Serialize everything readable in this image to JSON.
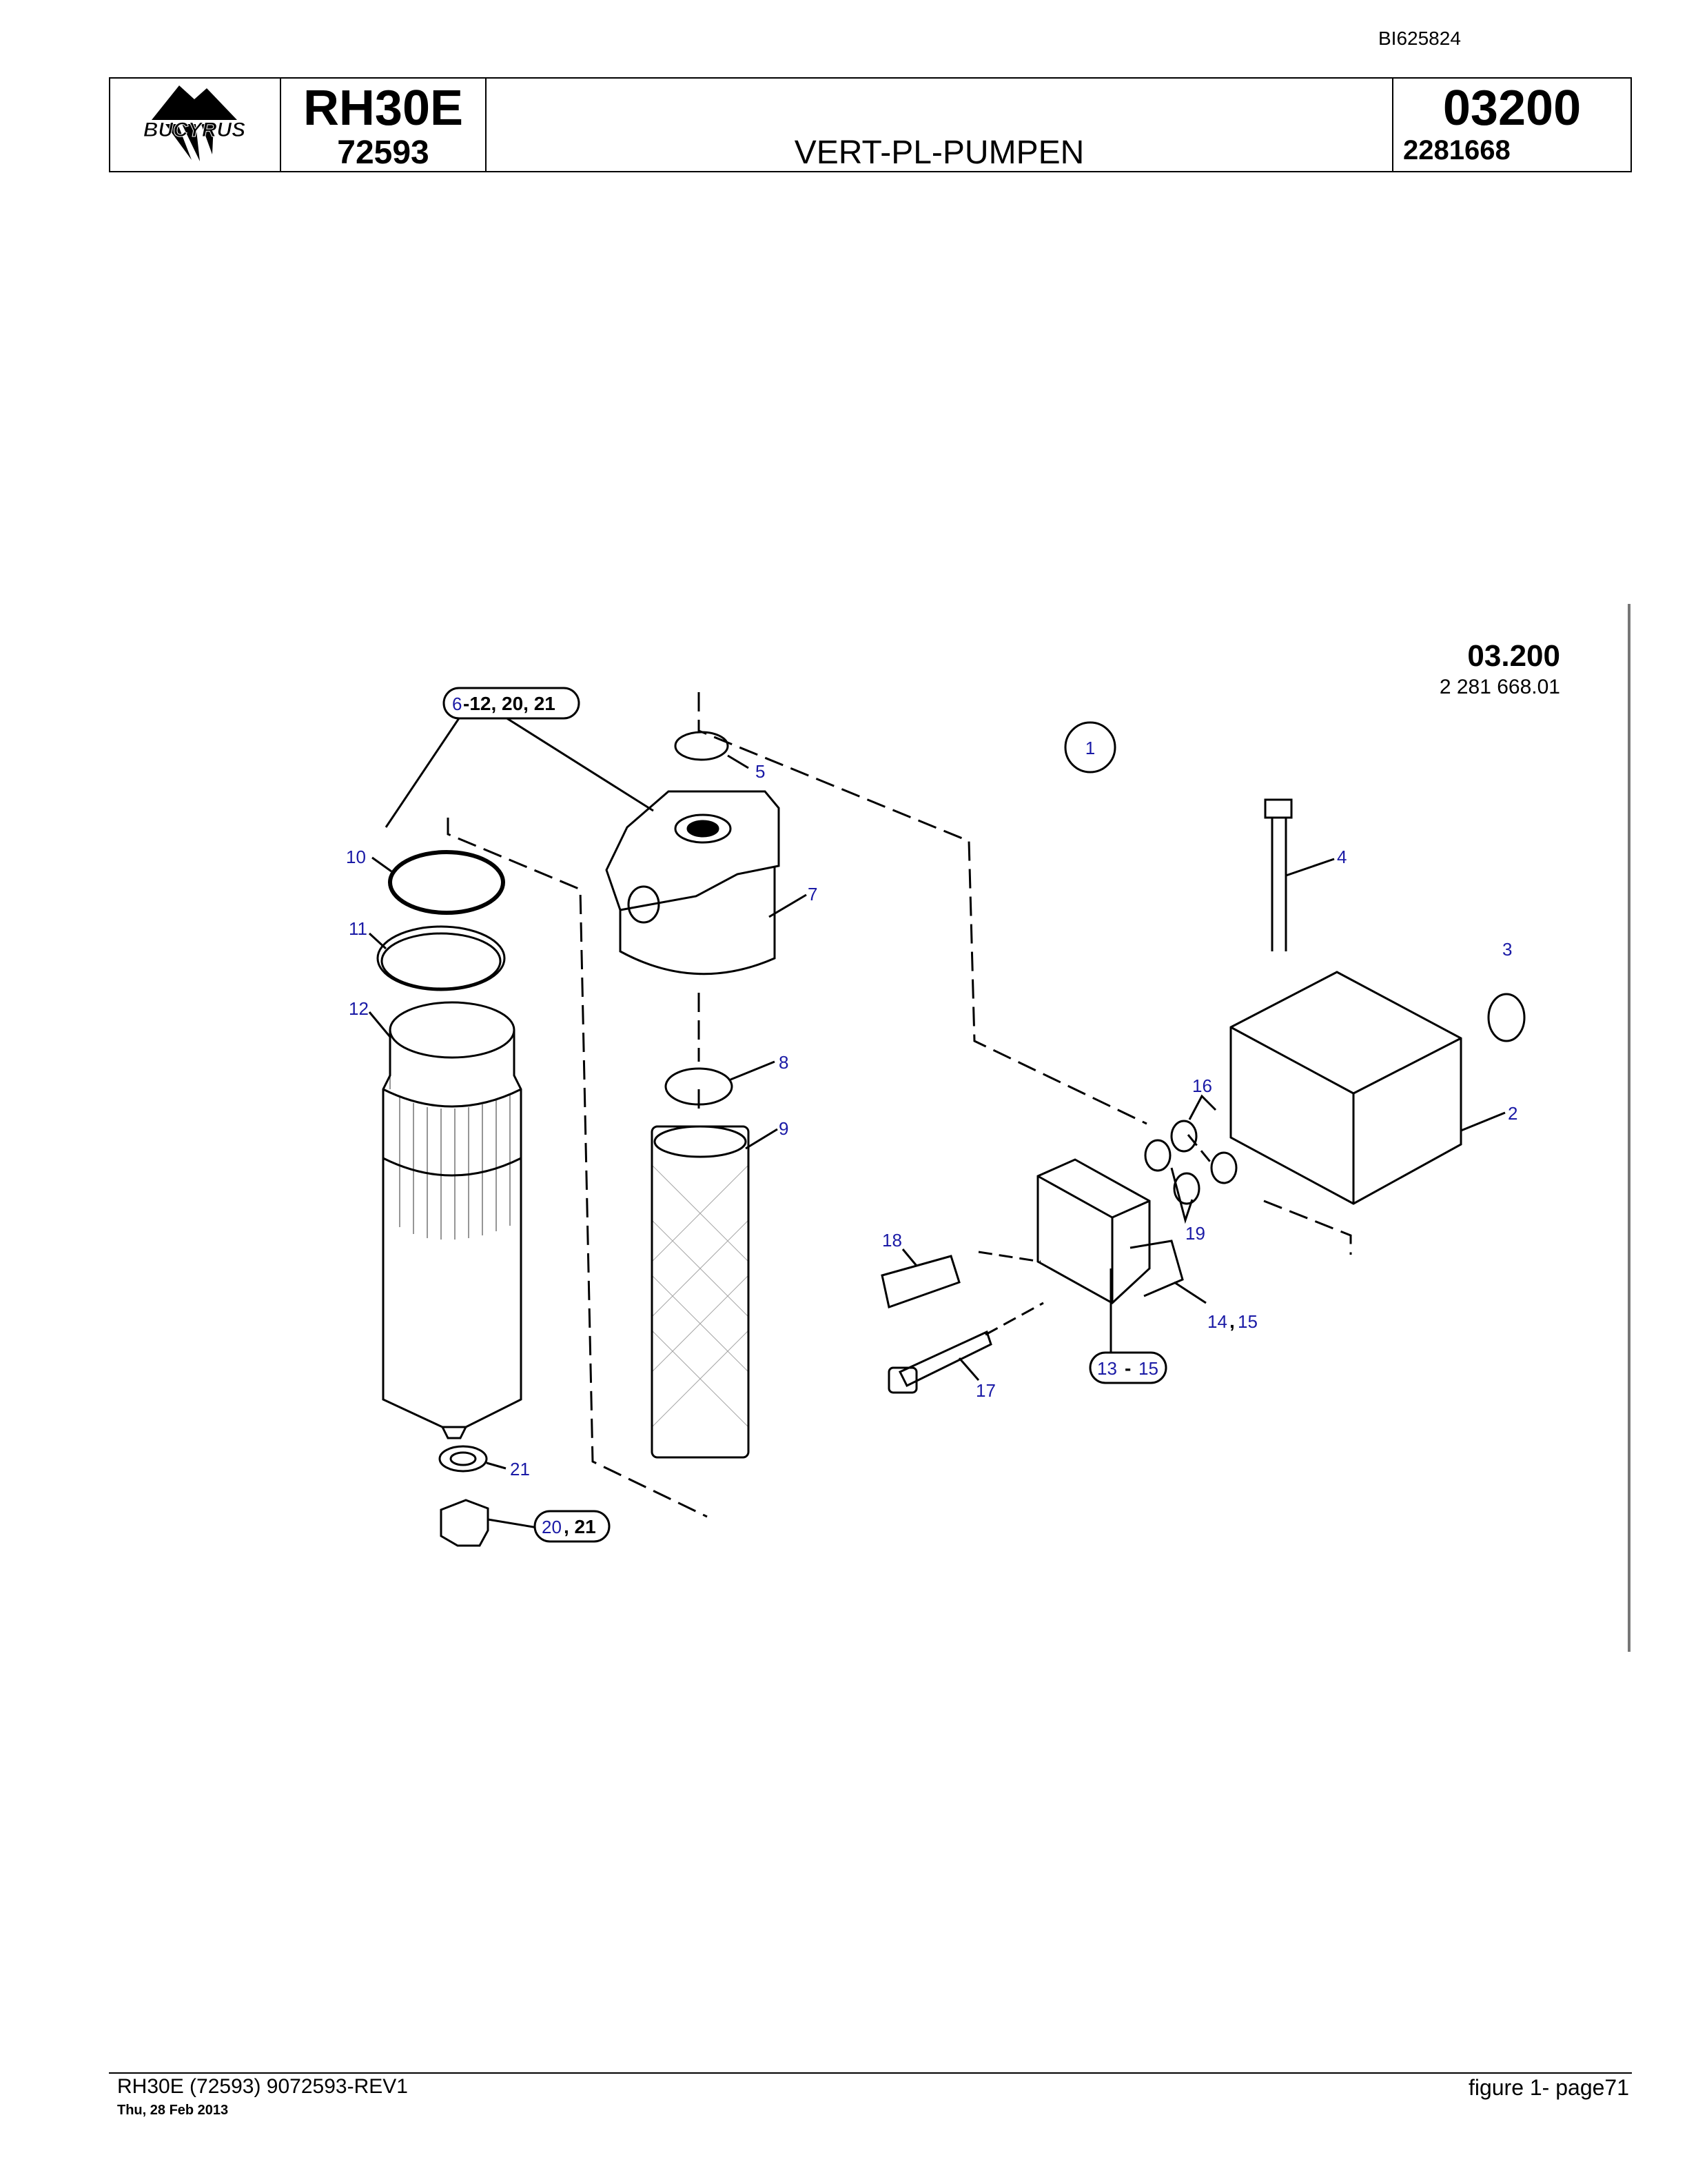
{
  "doc_id": "BI625824",
  "header": {
    "logo_text": "BUCYRUS",
    "model": "RH30E",
    "serial": "72593",
    "title": "VERT-PL-PUMPEN",
    "section": "03200",
    "part_number": "2281668"
  },
  "drawing": {
    "section_ref": "03.200",
    "drawing_number": "2 281 668.01",
    "callouts": {
      "c1": "1",
      "c2": "2",
      "c3": "3",
      "c4": "4",
      "c5": "5",
      "c7": "7",
      "c8": "8",
      "c9": "9",
      "c10": "10",
      "c11": "11",
      "c12": "12",
      "c16": "16",
      "c17": "17",
      "c18": "18",
      "c19": "19",
      "c21": "21"
    },
    "group_labels": {
      "g_6_12_first": "6",
      "g_6_12_rest": "-12, 20, 21",
      "g_14_15_a": "14",
      "g_14_15_b": ",",
      "g_14_15_c": "15",
      "g_13_15_a": "13",
      "g_13_15_b": "-",
      "g_13_15_c": "15",
      "g_20_21_a": "20",
      "g_20_21_b": ", 21"
    }
  },
  "footer": {
    "left": "RH30E (72593) 9072593-REV1",
    "date": "Thu, 28 Feb 2013",
    "right": "figure  1- page71"
  }
}
